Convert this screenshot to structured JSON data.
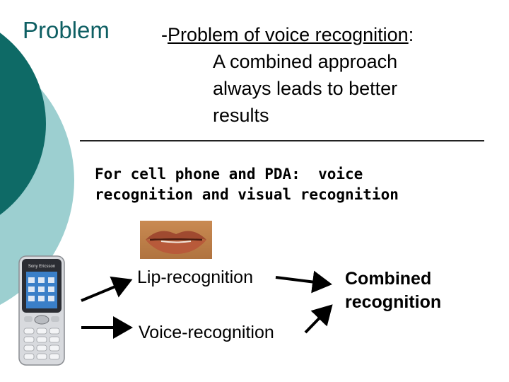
{
  "slide": {
    "label": "Problem",
    "heading": {
      "prefix": "-",
      "underlined": "Problem of voice recognition",
      "colon": ":",
      "line2": "A combined approach",
      "line3": "always leads to better",
      "line4": "results"
    },
    "subtitle_line1": "For cell phone and PDA:  voice",
    "subtitle_line2": "recognition and visual recognition",
    "flow": {
      "lip": "Lip-recognition",
      "voice": "Voice-recognition",
      "combined_line1": "Combined",
      "combined_line2": "recognition"
    },
    "phone_brand": "Sony Ericsson"
  },
  "colors": {
    "dark_teal": "#0e6a66",
    "light_teal": "#9ccfd0",
    "label_teal": "#0e5f63"
  },
  "icons": [
    "lips-image",
    "cell-phone-image",
    "arrow-icon"
  ]
}
